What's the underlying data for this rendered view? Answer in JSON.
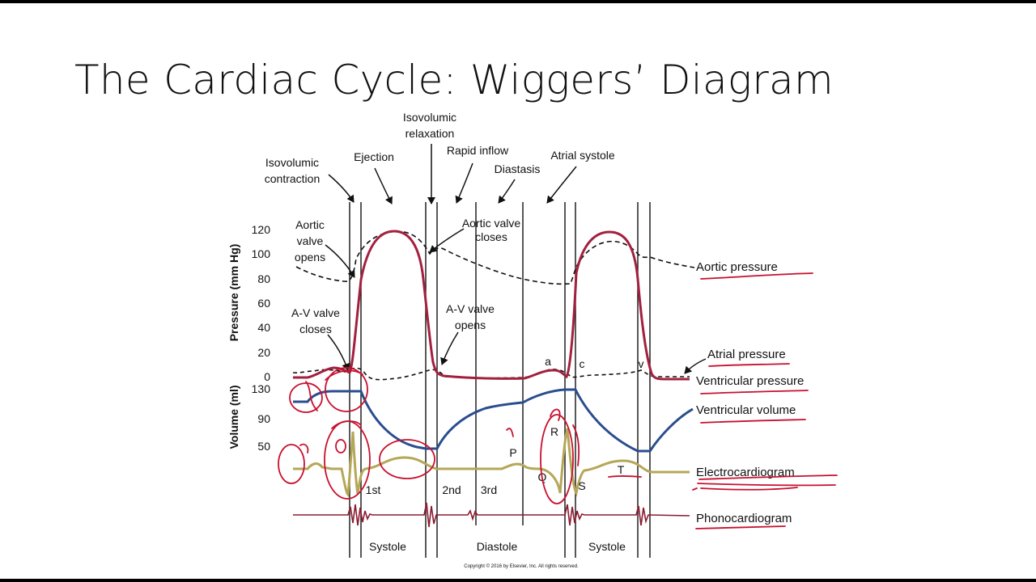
{
  "slide": {
    "title": "The Cardiac Cycle: Wiggers’ Diagram",
    "copyright": "Copyright © 2016 by Elsevier, Inc. All rights reserved."
  },
  "phases": {
    "isovolumic_contraction": [
      "Isovolumic",
      "contraction"
    ],
    "ejection": "Ejection",
    "isovolumic_relaxation": [
      "Isovolumic",
      "relaxation"
    ],
    "rapid_inflow": "Rapid inflow",
    "diastasis": "Diastasis",
    "atrial_systole": "Atrial systole"
  },
  "axes": {
    "pressure_label": "Pressure (mm Hg)",
    "pressure_ticks": [
      "120",
      "100",
      "80",
      "60",
      "40",
      "20",
      "0"
    ],
    "volume_label": "Volume (ml)",
    "volume_ticks": [
      "130",
      "90",
      "50"
    ]
  },
  "annotations": {
    "aortic_valve_opens": [
      "Aortic",
      "valve",
      "opens"
    ],
    "aortic_valve_closes": [
      "Aortic valve",
      "closes"
    ],
    "av_valve_closes": [
      "A-V valve",
      "closes"
    ],
    "av_valve_opens": [
      "A-V valve",
      "opens"
    ],
    "wave_a": "a",
    "wave_c": "c",
    "wave_v": "v",
    "ecg_p": "P",
    "ecg_q": "Q",
    "ecg_r": "R",
    "ecg_s": "S",
    "ecg_t": "T",
    "heart_sound_1": "1st",
    "heart_sound_2": "2nd",
    "heart_sound_3": "3rd"
  },
  "curves": {
    "aortic_pressure": "Aortic pressure",
    "atrial_pressure": "Atrial pressure",
    "ventricular_pressure": "Ventricular pressure",
    "ventricular_volume": "Ventricular volume",
    "electrocardiogram": "Electrocardiogram",
    "phonocardiogram": "Phonocardiogram"
  },
  "periods": {
    "systole_1": "Systole",
    "diastole": "Diastole",
    "systole_2": "Systole"
  },
  "colors": {
    "ventricular_pressure": "#a3203f",
    "ventricular_volume": "#2a4d8f",
    "electrocardiogram": "#b5a758",
    "phonocardiogram": "#8b1a30",
    "ink_annotations": "#c8102e",
    "dashed_curves": "#111111"
  }
}
